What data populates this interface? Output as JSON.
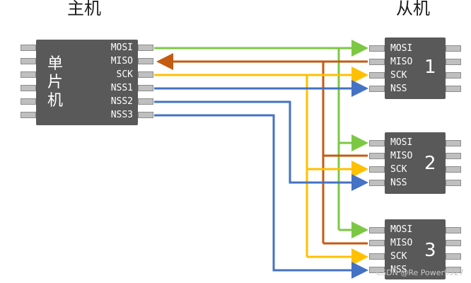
{
  "master_title": "主机",
  "slave_title": "从机",
  "master_chip": {
    "label_line1": "单",
    "label_line2": "片",
    "label_line3": "机",
    "pins": [
      "MOSI",
      "MISO",
      "SCK",
      "NSS1",
      "NSS2",
      "NSS3"
    ]
  },
  "slaves": [
    {
      "number": "1",
      "pins": [
        "MOSI",
        "MISO",
        "SCK",
        "NSS"
      ]
    },
    {
      "number": "2",
      "pins": [
        "MOSI",
        "MISO",
        "SCK",
        "NSS"
      ]
    },
    {
      "number": "3",
      "pins": [
        "MOSI",
        "MISO",
        "SCK",
        "NSS"
      ]
    }
  ],
  "colors": {
    "mosi": "#7cc843",
    "miso": "#c55a11",
    "sck": "#ffc000",
    "nss": "#4472c4",
    "chip": "#595959"
  },
  "watermark": "CSDN @Re Power9527"
}
